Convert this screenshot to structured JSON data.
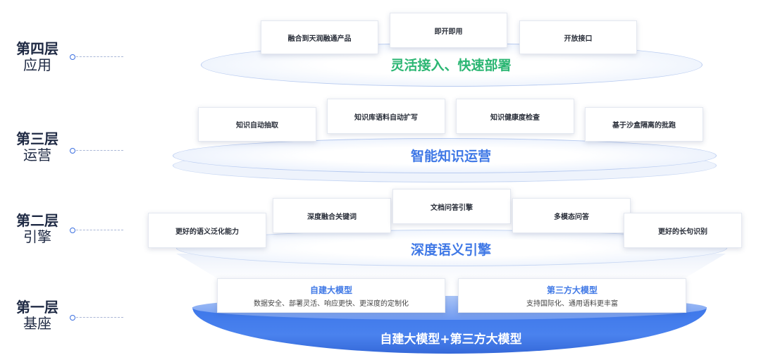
{
  "layers": [
    {
      "title": "第四层",
      "subtitle": "应用",
      "banner": "灵活接入、快速部署",
      "cards": [
        "融合到天润融通产品",
        "即开即用",
        "开放接口"
      ]
    },
    {
      "title": "第三层",
      "subtitle": "运营",
      "banner": "智能知识运营",
      "cards": [
        "知识自动抽取",
        "知识库语料自动扩写",
        "知识健康度检查",
        "基于沙盒隔离的批跑"
      ]
    },
    {
      "title": "第二层",
      "subtitle": "引擎",
      "banner": "深度语义引擎",
      "cards": [
        "更好的语义泛化能力",
        "深度融合关键词",
        "文档问答引擎",
        "多模态问答",
        "更好的长句识别"
      ]
    },
    {
      "title": "第一层",
      "subtitle": "基座",
      "banner": "自建大模型+第三方大模型",
      "cards": [
        {
          "title": "自建大模型",
          "desc": "数据安全、部署灵活、响应更快、更深度的定制化"
        },
        {
          "title": "第三方大模型",
          "desc": "支持国际化、通用语料更丰富"
        }
      ]
    }
  ],
  "colors": {
    "green": "#2bb673",
    "blue": "#3f78e6",
    "dark": "#1f2a44",
    "base_fill": "#4a82ee"
  }
}
